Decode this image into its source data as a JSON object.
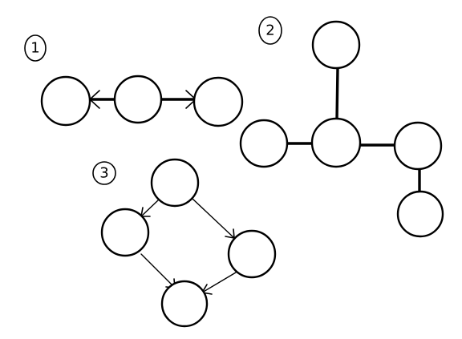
{
  "diagrams": [
    {
      "label": "1",
      "nodes": [
        "a",
        "b",
        "c"
      ],
      "edges": [
        {
          "from": "b",
          "to": "a",
          "directed": true
        },
        {
          "from": "b",
          "to": "c",
          "directed": true
        }
      ]
    },
    {
      "label": "2",
      "nodes": [
        "top",
        "left",
        "center",
        "right",
        "bottom"
      ],
      "edges": [
        {
          "from": "top",
          "to": "center",
          "directed": false
        },
        {
          "from": "left",
          "to": "center",
          "directed": false
        },
        {
          "from": "center",
          "to": "right",
          "directed": false
        },
        {
          "from": "right",
          "to": "bottom",
          "directed": false
        }
      ]
    },
    {
      "label": "3",
      "nodes": [
        "top",
        "left",
        "right",
        "bottom"
      ],
      "edges": [
        {
          "from": "top",
          "to": "left",
          "directed": true
        },
        {
          "from": "top",
          "to": "right",
          "directed": true
        },
        {
          "from": "left",
          "to": "bottom",
          "directed": true
        },
        {
          "from": "right",
          "to": "bottom",
          "directed": true
        }
      ]
    }
  ]
}
